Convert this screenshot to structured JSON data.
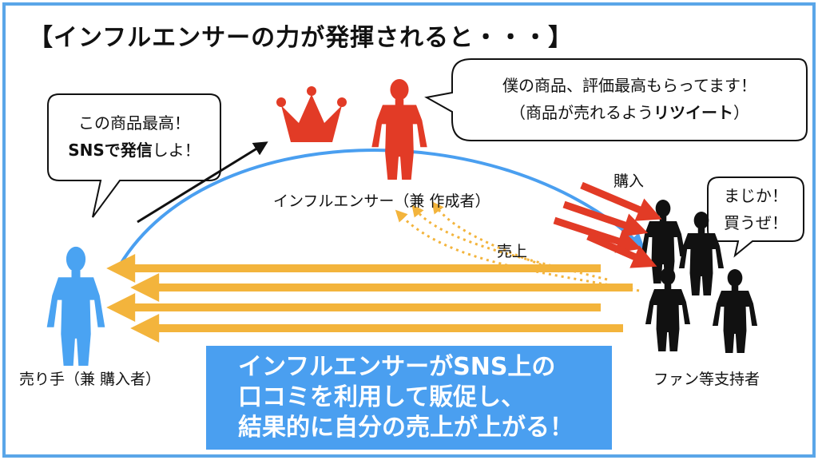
{
  "title": "【インフルエンサーの力が発揮されると・・・】",
  "seller_bubble": {
    "line1": "この商品最高！",
    "line2_bold": "SNSで発信",
    "line2_rest": "しよ！"
  },
  "influencer_bubble": {
    "line1": "僕の商品、評価最高もらってます！",
    "line2_prefix": "（商品が売れるよう",
    "line2_bold": "リツイート",
    "line2_suffix": "）"
  },
  "fan_bubble": {
    "line1": "まじか！",
    "line2": "買うぜ！"
  },
  "labels": {
    "influencer": "インフルエンサー（兼 作成者）",
    "seller": "売り手（兼 購入者）",
    "fans": "ファン等支持者",
    "purchase": "購入",
    "sales": "売上"
  },
  "banner": {
    "line1": "インフルエンサーがSNS上の",
    "line2": "口コミを利用して販促し、",
    "line3": "結果的に自分の売上が上がる！"
  },
  "colors": {
    "frame": "#5aa6e8",
    "seller_figure": "#4aa3f2",
    "influencer_figure": "#e23b26",
    "crown": "#e23b26",
    "fan_figures": "#111111",
    "sales_arrows": "#f3b43c",
    "purchase_arrows": "#e23b26",
    "curve": "#4a9ff0",
    "banner_bg": "#4a9ff0"
  },
  "icons": [
    "crown-icon",
    "person-icon"
  ]
}
